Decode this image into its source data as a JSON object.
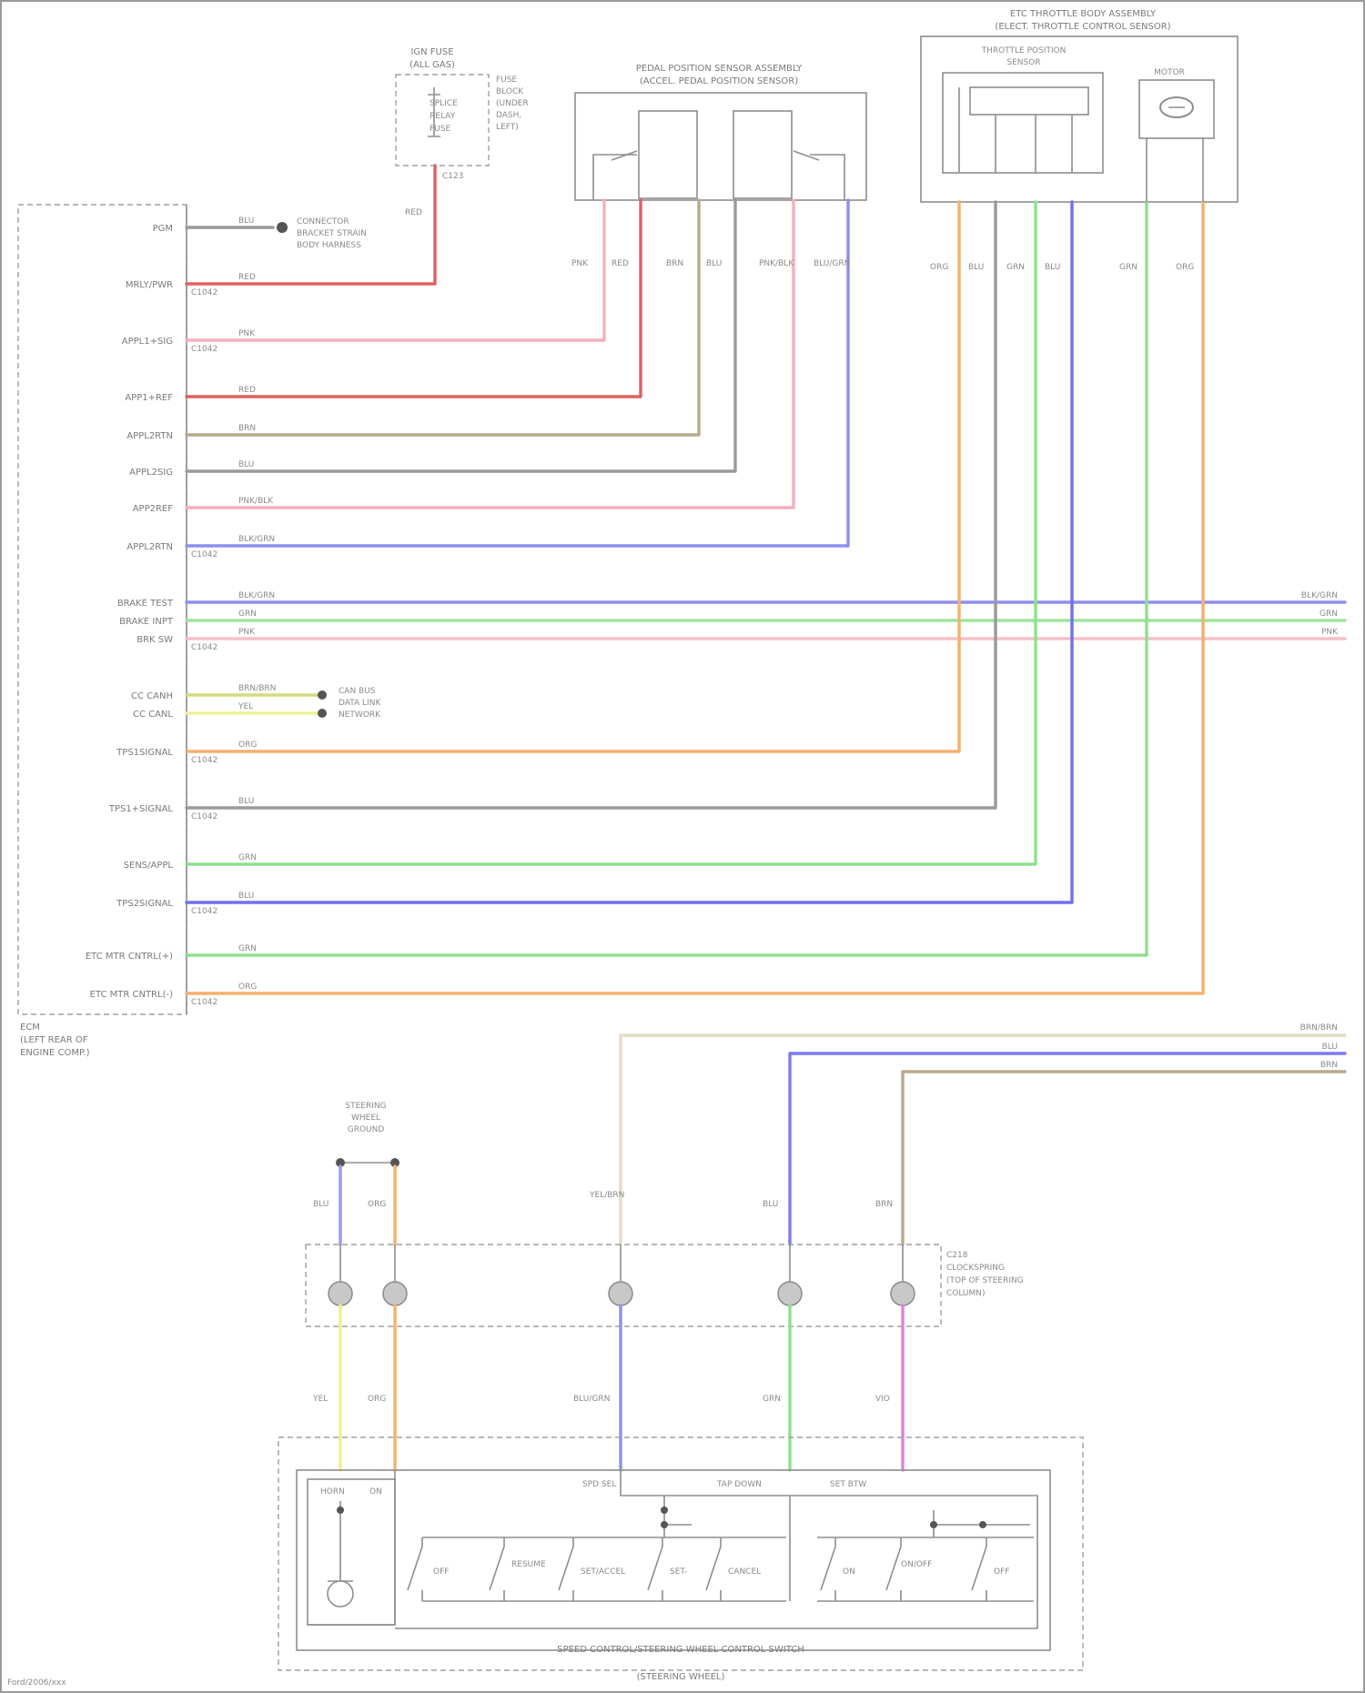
{
  "footer": {
    "credit": "Ford/2006/xxx"
  },
  "ecm": {
    "title": [
      "ECM",
      "(LEFT REAR OF",
      "ENGINE COMP.)"
    ],
    "pins": [
      {
        "name": "PGM",
        "wire": "BLU",
        "sub": ""
      },
      {
        "name": "MRLY/PWR",
        "wire": "RED",
        "sub": "C1042"
      },
      {
        "name": "APPL1+SIG",
        "wire": "PNK",
        "sub": "C1042"
      },
      {
        "name": "APP1+REF",
        "wire": "RED",
        "sub": ""
      },
      {
        "name": "APPL2RTN",
        "wire": "BRN",
        "sub": ""
      },
      {
        "name": "APPL2SIG",
        "wire": "BLU",
        "sub": ""
      },
      {
        "name": "APP2REF",
        "wire": "PNK/BLK",
        "sub": ""
      },
      {
        "name": "APPL2RTN",
        "wire": "BLK/GRN",
        "sub": "C1042"
      },
      {
        "name": "BRAKE TEST",
        "wire": "BLK/GRN",
        "sub": ""
      },
      {
        "name": "BRAKE INPT",
        "wire": "GRN",
        "sub": ""
      },
      {
        "name": "BRK SW",
        "wire": "PNK",
        "sub": "C1042"
      },
      {
        "name": "CC CANH",
        "wire": "BRN/BRN",
        "sub": ""
      },
      {
        "name": "CC CANL",
        "wire": "YEL",
        "sub": ""
      },
      {
        "name": "TPS1SIGNAL",
        "wire": "ORG",
        "sub": "C1042"
      },
      {
        "name": "TPS1+SIGNAL",
        "wire": "BLU",
        "sub": "C1042"
      },
      {
        "name": "SENS/APPL",
        "wire": "GRN",
        "sub": ""
      },
      {
        "name": "TPS2SIGNAL",
        "wire": "BLU",
        "sub": "C1042"
      },
      {
        "name": "ETC MTR CNTRL(+)",
        "wire": "GRN",
        "sub": ""
      },
      {
        "name": "ETC MTR CNTRL(-)",
        "wire": "ORG",
        "sub": "C1042"
      }
    ]
  },
  "fuse": {
    "title": [
      "IGN FUSE",
      "(ALL GAS)"
    ],
    "text": [
      "SPLICE",
      "RELAY",
      "FUSE"
    ],
    "side": [
      "FUSE",
      "BLOCK",
      "(UNDER",
      "DASH,",
      "LEFT)"
    ],
    "wire": "RED",
    "conn": "C123"
  },
  "ground": [
    "CONNECTOR",
    "BRACKET STRAIN",
    "BODY HARNESS"
  ],
  "can": [
    "CAN BUS",
    "DATA LINK",
    "NETWORK"
  ],
  "app_sensor": {
    "title": [
      "PEDAL POSITION SENSOR ASSEMBLY",
      "(ACCEL. PEDAL POSITION SENSOR)"
    ],
    "wires": [
      "PNK",
      "RED",
      "BRN",
      "BLU",
      "PNK/BLK",
      "BLU/GRN"
    ]
  },
  "throttle": {
    "title": [
      "ETC THROTTLE BODY ASSEMBLY",
      "(ELECT. THROTTLE CONTROL SENSOR)"
    ],
    "sensor_label": [
      "THROTTLE POSITION",
      "SENSOR"
    ],
    "motor_label": "MOTOR",
    "wires": [
      "ORG",
      "BLU",
      "GRN",
      "BLU",
      "GRN",
      "ORG"
    ]
  },
  "right_edge": [
    "BLK/GRN",
    "GRN",
    "PNK"
  ],
  "right_edge2": [
    "BRN/BRN",
    "BLU",
    "BRN"
  ],
  "clockspring": {
    "label": [
      "CLOCKSPRING",
      "(TOP OF STEERING",
      "COLUMN)"
    ],
    "conn": "C218",
    "top_wires": [
      "BLU",
      "ORG",
      "YEL/BRN",
      "BLU",
      "BRN"
    ],
    "bottom_wires": [
      "YEL",
      "ORG",
      "BLU/GRN",
      "GRN",
      "VIO"
    ]
  },
  "horn_label": [
    "STEERING",
    "WHEEL",
    "GROUND"
  ],
  "switch_assy": {
    "title": "SPEED CONTROL/STEERING WHEEL CONTROL SWITCH",
    "subtitle": "(STEERING WHEEL)",
    "segments": [
      "HORN",
      "ON",
      "SPD SEL",
      "TAP DOWN",
      "SET BTW"
    ],
    "switches": [
      "OFF",
      "RESUME",
      "SET/ACCEL",
      "SET-",
      "CANCEL",
      "ON",
      "ON/OFF",
      "OFF"
    ]
  }
}
